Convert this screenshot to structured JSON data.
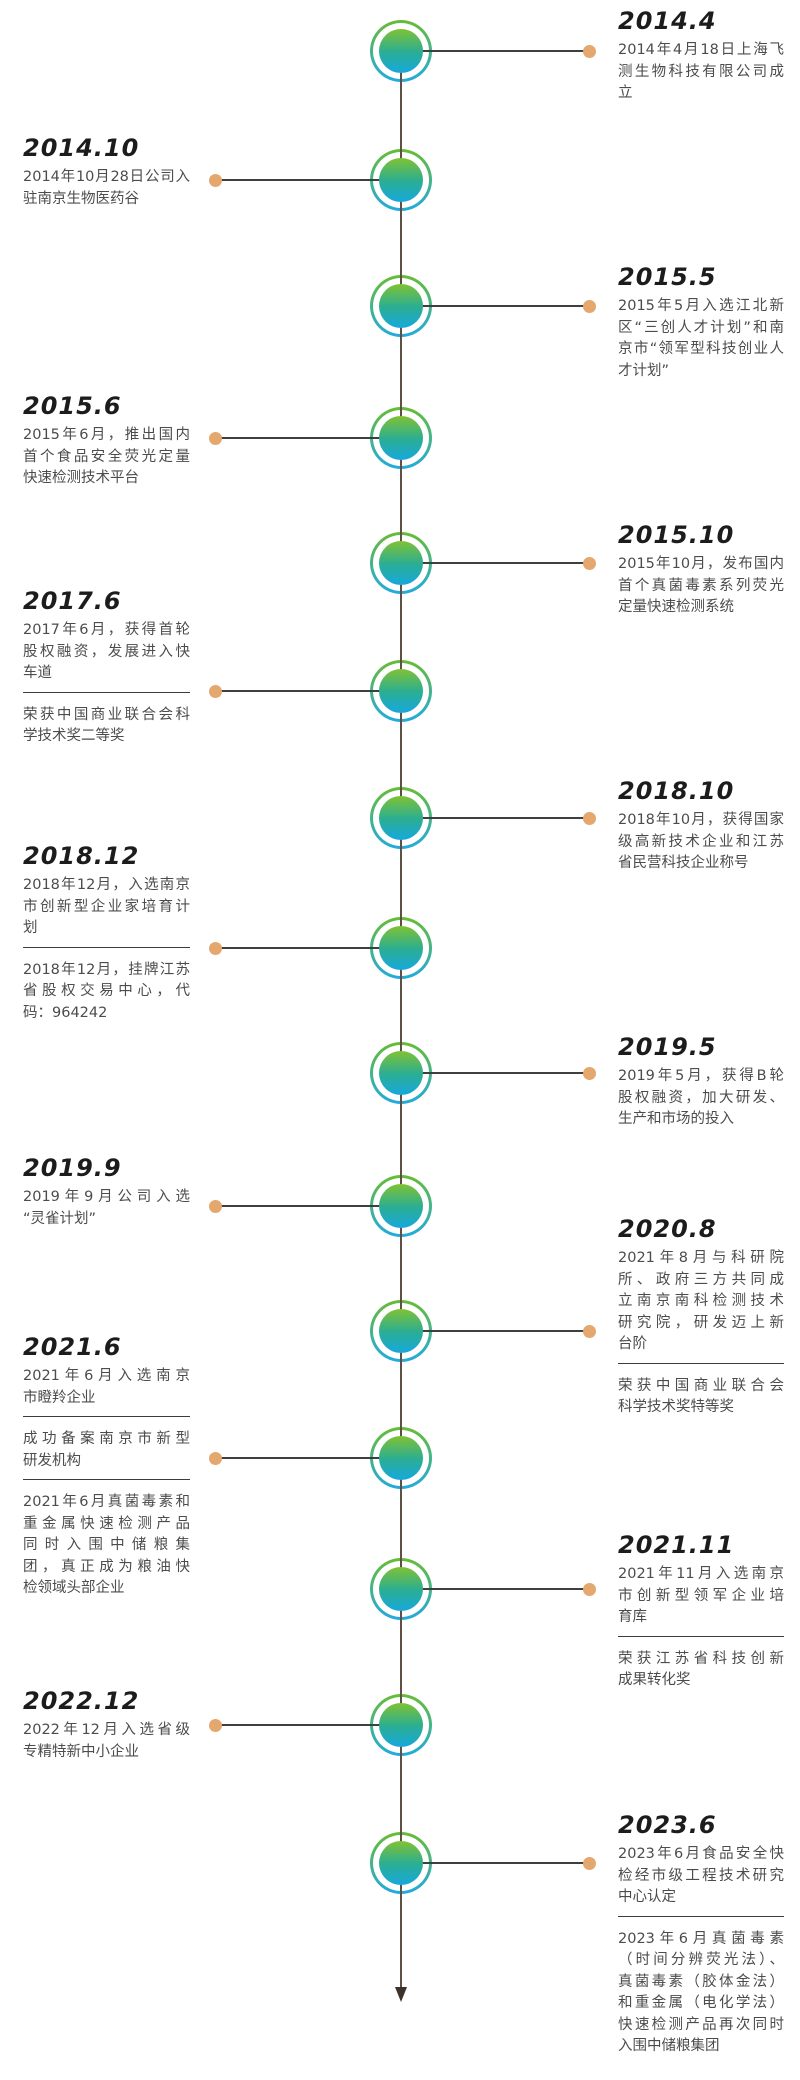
{
  "style": {
    "axis_color": "#5e5045",
    "connector_color": "#3f3f3f",
    "dot_color": "#e4a76d",
    "node_green": "#67bd33",
    "node_blue": "#23aadf",
    "heading_color": "#1c1c1c",
    "body_color": "#4c4c4c"
  },
  "events": [
    {
      "date": "2014.4",
      "side": "right",
      "paragraphs": [
        {
          "lines": [
            "2014年4月18日上海飞",
            "测生物科技有限公司成",
            "立"
          ]
        }
      ]
    },
    {
      "date": "2014.10",
      "side": "left",
      "paragraphs": [
        {
          "lines": [
            "2014年10月28日公司入",
            "驻南京生物医药谷"
          ]
        }
      ]
    },
    {
      "date": "2015.5",
      "side": "right",
      "paragraphs": [
        {
          "lines": [
            "2015年5月入选江北新",
            "区“三创人才计划”和南",
            "京市“领军型科技创业人",
            "才计划”"
          ]
        }
      ]
    },
    {
      "date": "2015.6",
      "side": "left",
      "paragraphs": [
        {
          "lines": [
            "2015年6月，推出国内",
            "首个食品安全荧光定量",
            "快速检测技术平台"
          ]
        }
      ]
    },
    {
      "date": "2015.10",
      "side": "right",
      "paragraphs": [
        {
          "lines": [
            "2015年10月，发布国内",
            "首个真菌毒素系列荧光",
            "定量快速检测系统"
          ]
        }
      ]
    },
    {
      "date": "2017.6",
      "side": "left",
      "paragraphs": [
        {
          "lines": [
            "2017年6月，获得首轮",
            "股权融资，发展进入快",
            "车道"
          ]
        },
        {
          "lines": [
            "荣获中国商业联合会科",
            "学技术奖二等奖"
          ]
        }
      ]
    },
    {
      "date": "2018.10",
      "side": "right",
      "paragraphs": [
        {
          "lines": [
            "2018年10月，获得国家",
            "级高新技术企业和江苏",
            "省民营科技企业称号"
          ]
        }
      ]
    },
    {
      "date": "2018.12",
      "side": "left",
      "paragraphs": [
        {
          "lines": [
            "2018年12月，入选南京",
            "市创新型企业家培育计",
            "划"
          ]
        },
        {
          "lines": [
            "2018年12月，挂牌江苏",
            "省股权交易中心，代",
            "码：964242"
          ]
        }
      ]
    },
    {
      "date": "2019.5",
      "side": "right",
      "paragraphs": [
        {
          "lines": [
            "2019年5月，获得B轮",
            "股权融资，加大研发、",
            "生产和市场的投入"
          ]
        }
      ]
    },
    {
      "date": "2019.9",
      "side": "left",
      "paragraphs": [
        {
          "lines": [
            "2019年9月公司入选",
            "“灵雀计划”"
          ]
        }
      ]
    },
    {
      "date": "2020.8",
      "side": "right",
      "paragraphs": [
        {
          "lines": [
            "2021年8月与科研院",
            "所、政府三方共同成",
            "立南京南科检测技术",
            "研究院，研发迈上新",
            "台阶"
          ]
        },
        {
          "lines": [
            "荣获中国商业联合会",
            "科学技术奖特等奖"
          ]
        }
      ]
    },
    {
      "date": "2021.6",
      "side": "left",
      "paragraphs": [
        {
          "lines": [
            "2021年6月入选南京",
            "市瞪羚企业"
          ]
        },
        {
          "lines": [
            "成功备案南京市新型",
            "研发机构"
          ]
        },
        {
          "lines": [
            "2021年6月真菌毒素和",
            "重金属快速检测产品",
            "同时入围中储粮集",
            "团，真正成为粮油快",
            "检领域头部企业"
          ]
        }
      ]
    },
    {
      "date": "2021.11",
      "side": "right",
      "paragraphs": [
        {
          "lines": [
            "2021年11月入选南京",
            "市创新型领军企业培",
            "育库"
          ]
        },
        {
          "lines": [
            "荣获江苏省科技创新",
            "成果转化奖"
          ]
        }
      ]
    },
    {
      "date": "2022.12",
      "side": "left",
      "paragraphs": [
        {
          "lines": [
            "2022年12月入选省级",
            "专精特新中小企业"
          ]
        }
      ]
    },
    {
      "date": "2023.6",
      "side": "right",
      "paragraphs": [
        {
          "lines": [
            "2023年6月食品安全快",
            "检经市级工程技术研究",
            "中心认定"
          ]
        },
        {
          "lines": [
            "2023年6月真菌毒素",
            "（时间分辨荧光法）、",
            "真菌毒素（胶体金法）",
            "和重金属（电化学法）",
            "快速检测产品再次同时",
            "入围中储粮集团"
          ]
        }
      ]
    }
  ]
}
